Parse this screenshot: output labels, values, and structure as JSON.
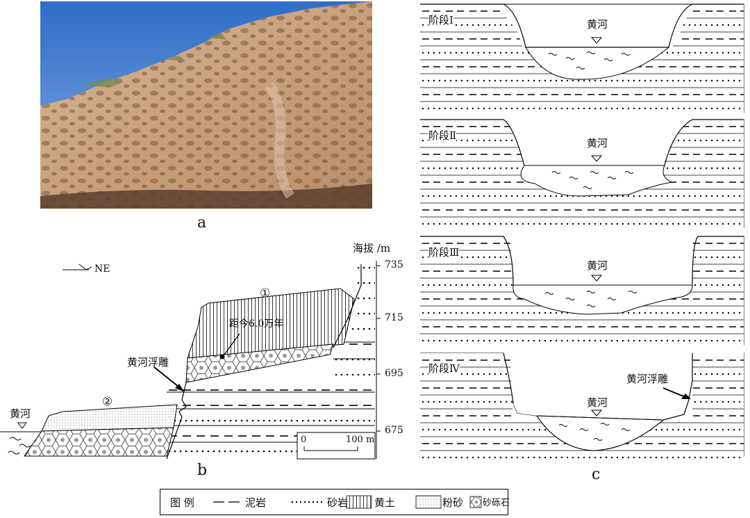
{
  "panels": {
    "a": "a",
    "b": "b",
    "c": "c"
  },
  "section_b": {
    "elevation_label": "海拔 /m",
    "elevation_ticks": [
      "735",
      "715",
      "695",
      "675"
    ],
    "direction_label": "NE",
    "river_label": "黄河",
    "fubiao_label": "黄河浮雕",
    "age_label": "距今6.0万年",
    "terrace_1": "①",
    "terrace_2": "②",
    "scale_zero": "0",
    "scale_end": "100 m"
  },
  "stages": [
    {
      "title": "阶段Ⅰ",
      "river": "黄河"
    },
    {
      "title": "阶段Ⅱ",
      "river": "黄河"
    },
    {
      "title": "阶段Ⅲ",
      "river": "黄河"
    },
    {
      "title": "阶段Ⅳ",
      "river": "黄河",
      "fubiao": "黄河浮雕"
    }
  ],
  "legend": {
    "title": "图 例",
    "items": [
      "泥岩",
      "砂岩",
      "黄土",
      "粉砂",
      "砂砾石"
    ]
  },
  "colors": {
    "sky": "#3f77c9",
    "rock": "#c9a27f",
    "gravel": "#9a9a9a"
  }
}
